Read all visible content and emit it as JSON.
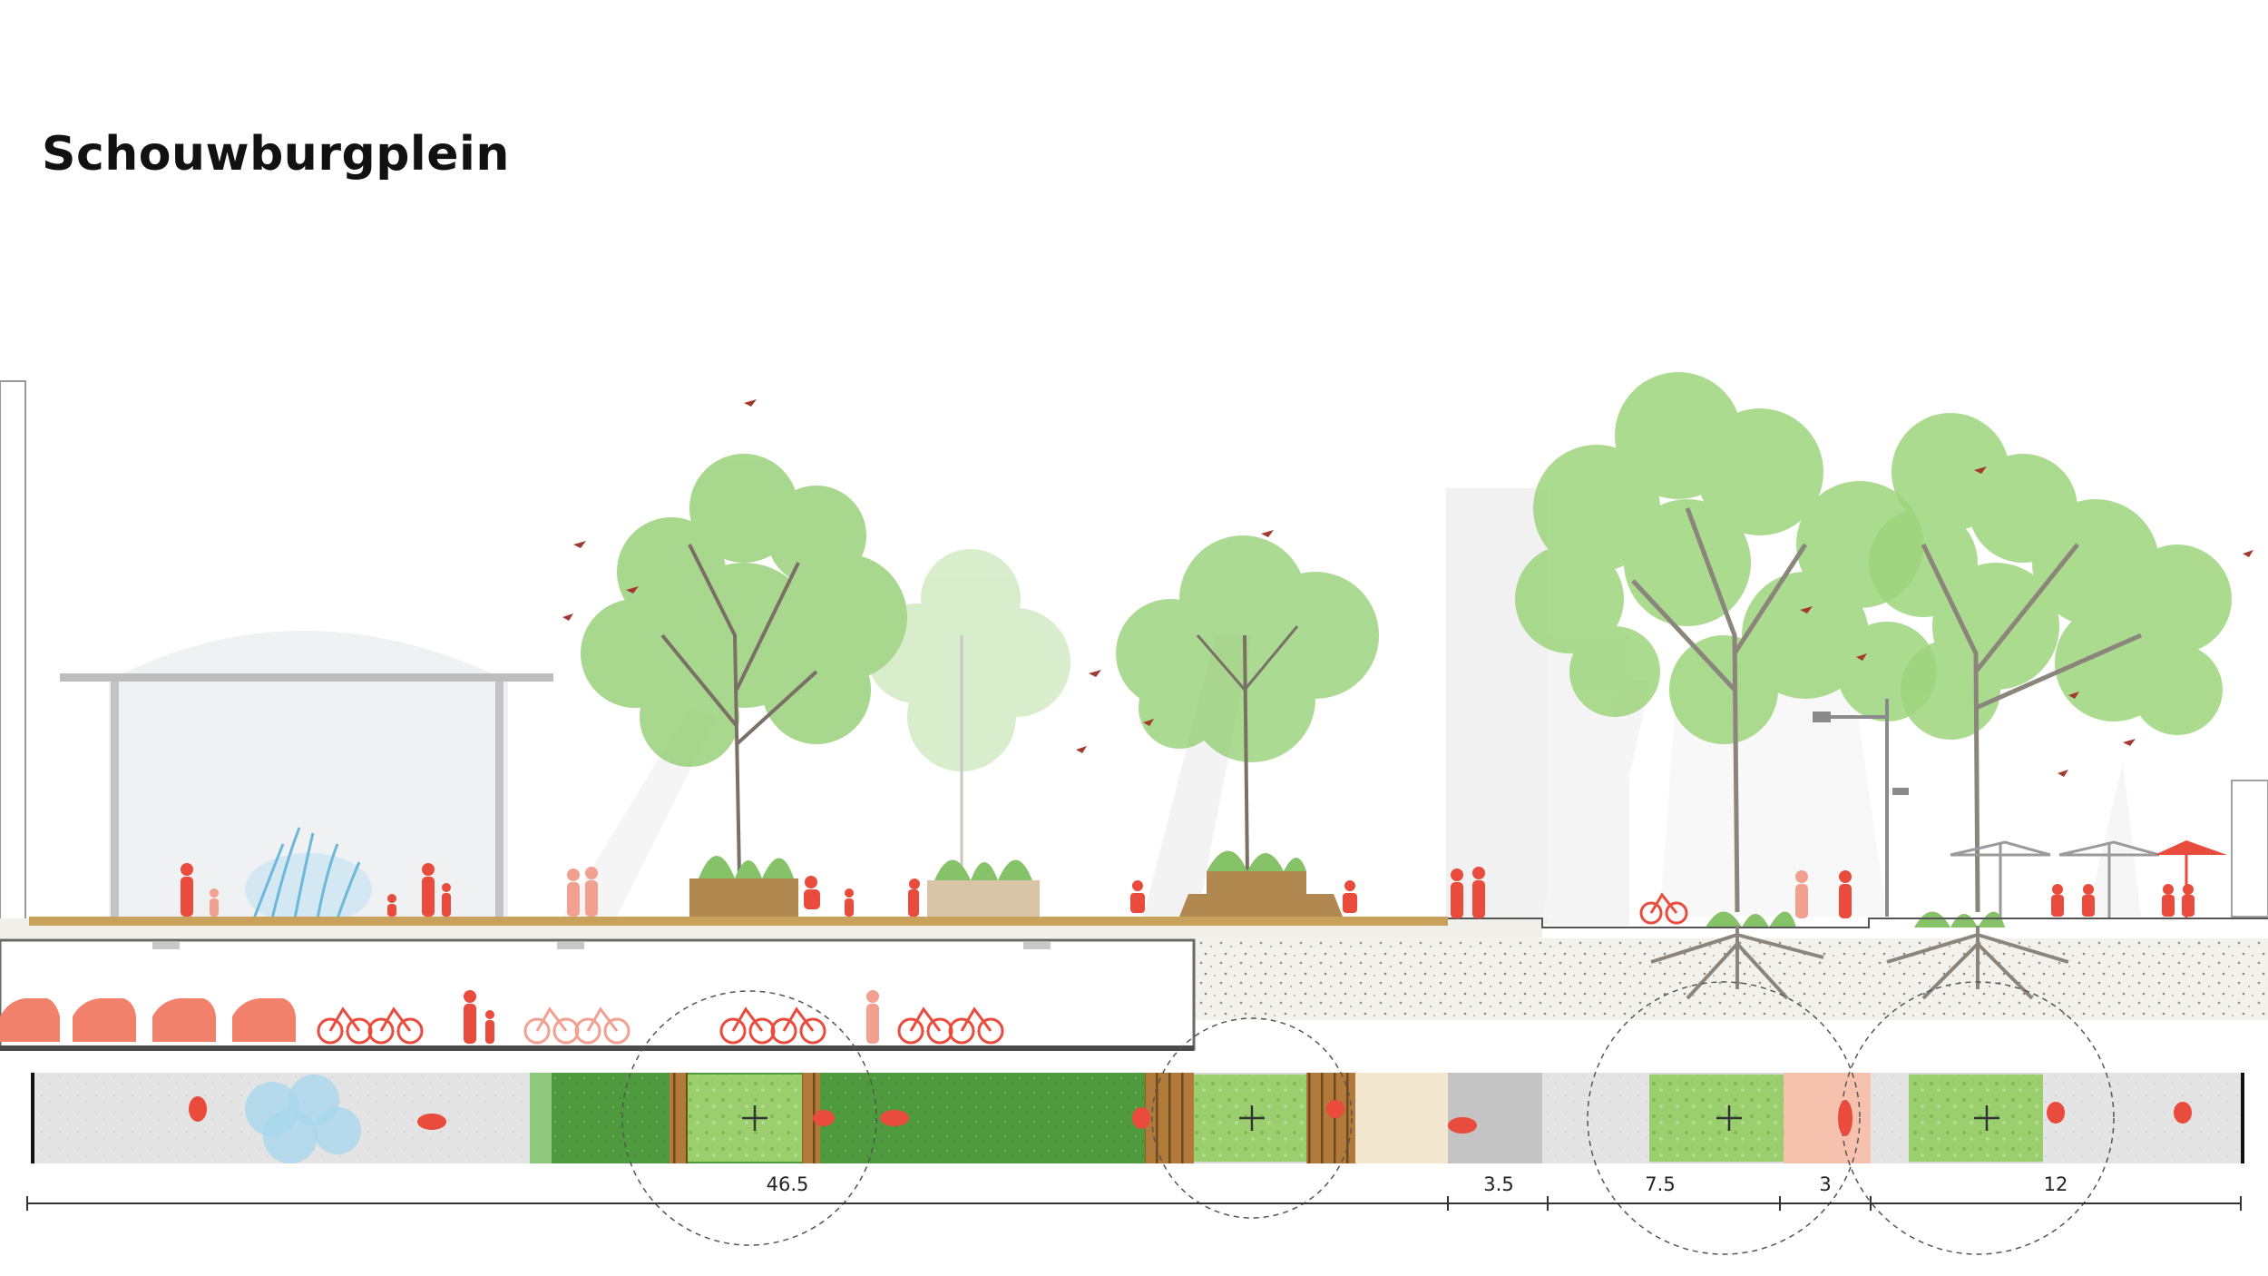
{
  "title": "Schouwburgplein",
  "dimensions": [
    {
      "label": "46.5"
    },
    {
      "label": "3.5"
    },
    {
      "label": "7.5"
    },
    {
      "label": "3"
    },
    {
      "label": "12"
    }
  ],
  "colors": {
    "accent": "#e94b3c",
    "accent_light": "#f2a08f",
    "tree_green": "#8fcf6e",
    "grass": "#4e9a3e",
    "wood": "#b08850",
    "deck": "#c8a25a",
    "soil": "#f1efe9",
    "paving": "#d9d9d9"
  },
  "icons": [
    "tree-icon",
    "bird-icon",
    "person-icon",
    "bicycle-icon",
    "car-icon",
    "parasol-icon",
    "street-lamp-icon",
    "fountain-icon",
    "plus-icon"
  ]
}
